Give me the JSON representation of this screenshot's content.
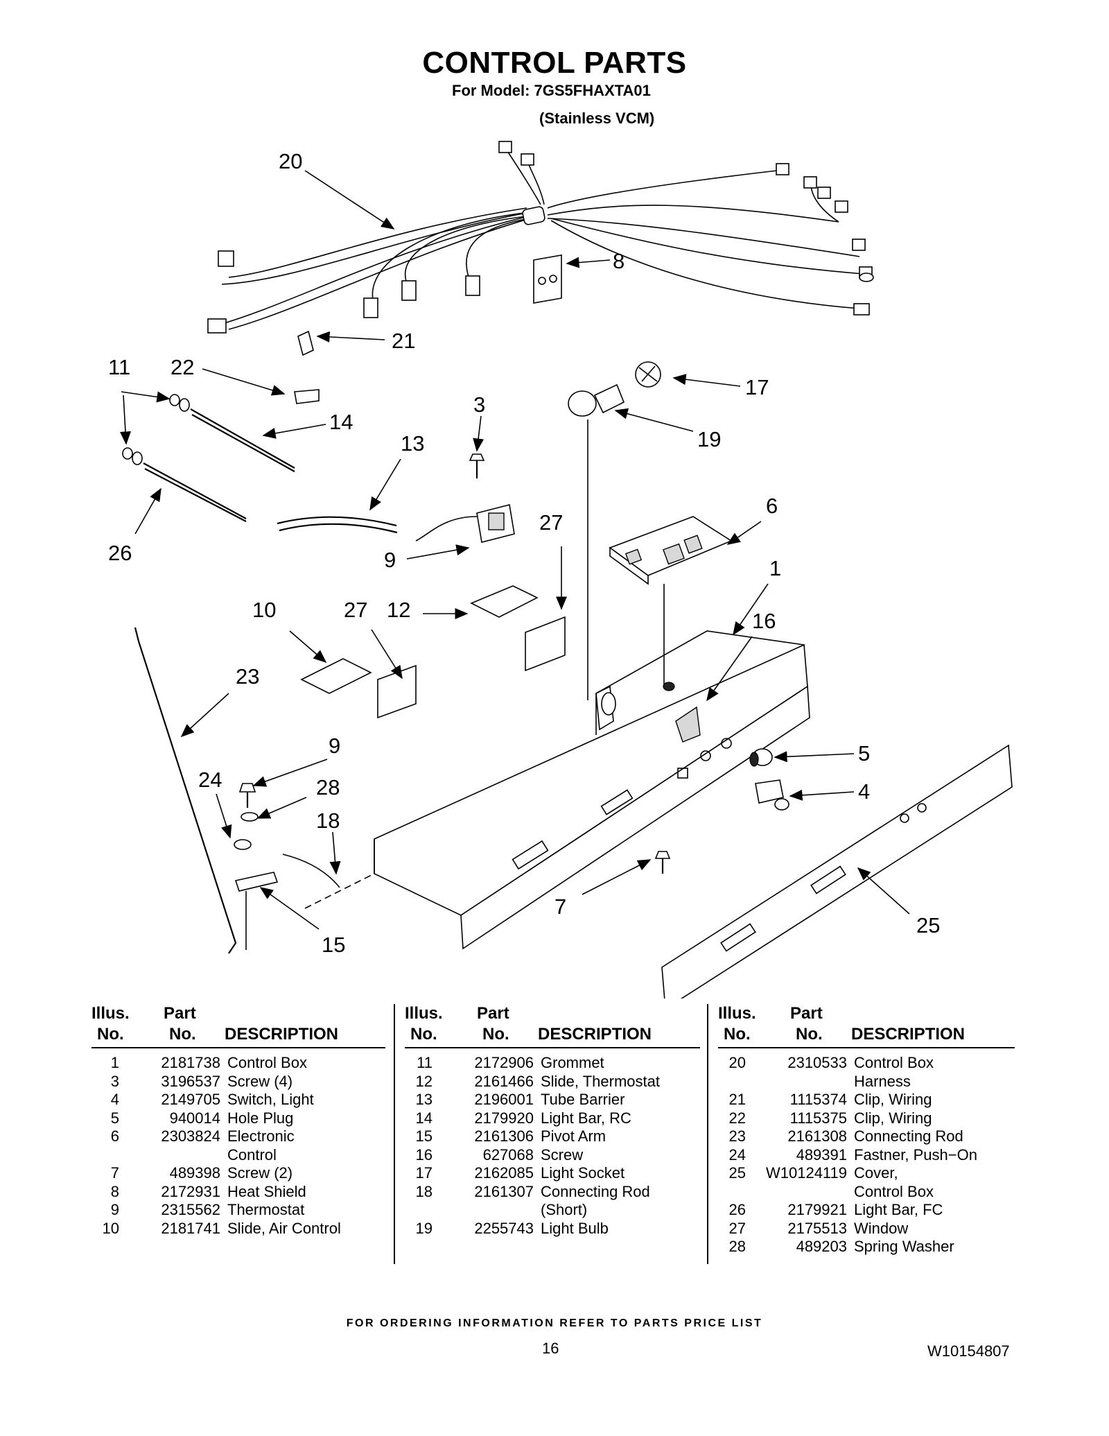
{
  "header": {
    "title": "CONTROL PARTS",
    "model_line": "For Model: 7GS5FHAXTA01",
    "variant_line": "(Stainless VCM)"
  },
  "callouts": {
    "c1": "1",
    "c3": "3",
    "c4": "4",
    "c5": "5",
    "c6": "6",
    "c7": "7",
    "c8": "8",
    "c9a": "9",
    "c9b": "9",
    "c10": "10",
    "c11": "11",
    "c12": "12",
    "c13": "13",
    "c14": "14",
    "c15": "15",
    "c16": "16",
    "c17": "17",
    "c18": "18",
    "c19": "19",
    "c20": "20",
    "c21": "21",
    "c22": "22",
    "c23": "23",
    "c24": "24",
    "c25": "25",
    "c26": "26",
    "c27a": "27",
    "c27b": "27",
    "c28": "28"
  },
  "table_headers": {
    "illus_1": "Illus.",
    "illus_2": "No.",
    "part_1": "Part",
    "part_2": "No.",
    "description": "DESCRIPTION"
  },
  "parts_columns": [
    [
      {
        "illus": "1",
        "part": "2181738",
        "desc": "Control Box"
      },
      {
        "illus": "3",
        "part": "3196537",
        "desc": "Screw (4)"
      },
      {
        "illus": "4",
        "part": "2149705",
        "desc": "Switch, Light"
      },
      {
        "illus": "5",
        "part": "940014",
        "desc": "Hole Plug"
      },
      {
        "illus": "6",
        "part": "2303824",
        "desc": "Electronic"
      },
      {
        "illus": "",
        "part": "",
        "desc": "Control"
      },
      {
        "illus": "7",
        "part": "489398",
        "desc": "Screw (2)"
      },
      {
        "illus": "8",
        "part": "2172931",
        "desc": "Heat Shield"
      },
      {
        "illus": "9",
        "part": "2315562",
        "desc": "Thermostat"
      },
      {
        "illus": "10",
        "part": "2181741",
        "desc": "Slide, Air Control"
      }
    ],
    [
      {
        "illus": "11",
        "part": "2172906",
        "desc": "Grommet"
      },
      {
        "illus": "12",
        "part": "2161466",
        "desc": "Slide, Thermostat"
      },
      {
        "illus": "13",
        "part": "2196001",
        "desc": "Tube Barrier"
      },
      {
        "illus": "14",
        "part": "2179920",
        "desc": "Light Bar, RC"
      },
      {
        "illus": "15",
        "part": "2161306",
        "desc": "Pivot Arm"
      },
      {
        "illus": "16",
        "part": "627068",
        "desc": "Screw"
      },
      {
        "illus": "17",
        "part": "2162085",
        "desc": "Light Socket"
      },
      {
        "illus": "18",
        "part": "2161307",
        "desc": "Connecting Rod"
      },
      {
        "illus": "",
        "part": "",
        "desc": "(Short)"
      },
      {
        "illus": "19",
        "part": "2255743",
        "desc": "Light Bulb"
      }
    ],
    [
      {
        "illus": "20",
        "part": "2310533",
        "desc": "Control Box"
      },
      {
        "illus": "",
        "part": "",
        "desc": "Harness"
      },
      {
        "illus": "21",
        "part": "1115374",
        "desc": "Clip, Wiring"
      },
      {
        "illus": "22",
        "part": "1115375",
        "desc": "Clip, Wiring"
      },
      {
        "illus": "23",
        "part": "2161308",
        "desc": "Connecting Rod"
      },
      {
        "illus": "24",
        "part": "489391",
        "desc": "Fastner, Push−On"
      },
      {
        "illus": "25",
        "part": "W10124119",
        "desc": "Cover,"
      },
      {
        "illus": "",
        "part": "",
        "desc": "Control Box"
      },
      {
        "illus": "26",
        "part": "2179921",
        "desc": "Light Bar, FC"
      },
      {
        "illus": "27",
        "part": "2175513",
        "desc": "Window"
      },
      {
        "illus": "28",
        "part": "489203",
        "desc": "Spring Washer"
      }
    ]
  ],
  "footer": {
    "ordering_note": "FOR ORDERING INFORMATION REFER TO PARTS PRICE LIST",
    "page_number": "16",
    "document_number": "W10154807"
  }
}
